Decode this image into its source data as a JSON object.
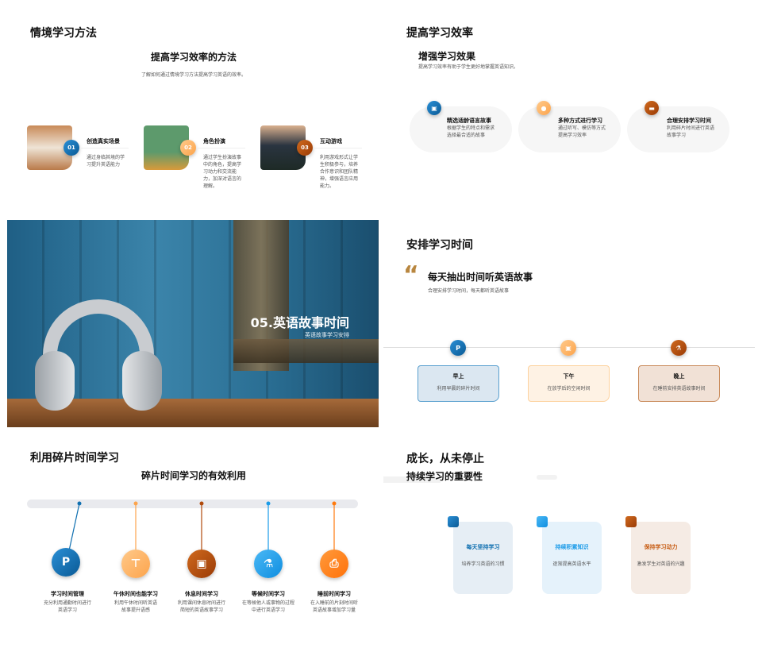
{
  "slide1": {
    "title": "情境学习方法",
    "subtitle": "提高学习效率的方法",
    "desc": "了解如何通过情境学习方法提高学习英语的效率。",
    "items": [
      {
        "num": "01",
        "title": "创造真实场景",
        "text": "通过身临其境的学习提升英语能力"
      },
      {
        "num": "02",
        "title": "角色扮演",
        "text": "通过学生扮演故事中的角色，提高学习动力和交流能力，加深对语言的理解。"
      },
      {
        "num": "03",
        "title": "互动游戏",
        "text": "利用游戏形式让学生积极参与，培养合作意识和团队精神，增强语言应用能力。"
      }
    ]
  },
  "slide2": {
    "title": "提高学习效率",
    "subtitle": "增强学习效果",
    "desc": "提高学习效率有助于学生更好地掌握英语知识。",
    "items": [
      {
        "title": "精选适龄语言故事",
        "text": "根据学生的特点和需求选择最合适的故事",
        "icon": "image-icon"
      },
      {
        "title": "多种方式进行学习",
        "text": "通过听写、模仿等方式提高学习效率",
        "icon": "location-icon"
      },
      {
        "title": "合理安排学习时间",
        "text": "利用碎片时间进行英语故事学习",
        "icon": "sofa-icon"
      }
    ]
  },
  "slide3": {
    "title": "05.英语故事时间",
    "subtitle": "英语故事学习安排"
  },
  "slide4": {
    "title": "安排学习时间",
    "quote": "每天抽出时间听英语故事",
    "desc": "合理安排学习时间，每天都听英语故事",
    "items": [
      {
        "title": "早上",
        "text": "利用早晨的碎片时间"
      },
      {
        "title": "下午",
        "text": "在放学后的空闲时间"
      },
      {
        "title": "晚上",
        "text": "在睡前安排英语故事时间"
      }
    ]
  },
  "slide5": {
    "title": "利用碎片时间学习",
    "subtitle": "碎片时间学习的有效利用",
    "items": [
      {
        "title": "学习时间管理",
        "text": "充分利用通勤时间进行英语学习"
      },
      {
        "title": "午休时间也能学习",
        "text": "利用午休时间听英语故事提升语感"
      },
      {
        "title": "休息时间学习",
        "text": "利用课间休息时间进行简短的英语故事学习"
      },
      {
        "title": "等候时间学习",
        "text": "在等候他人或事物的过程中进行英语学习"
      },
      {
        "title": "睡前时间学习",
        "text": "在入睡前的片刻时间听英语故事增加学习量"
      }
    ]
  },
  "slide6": {
    "title": "成长，从未停止",
    "subtitle": "持续学习的重要性",
    "items": [
      {
        "title": "每天坚持学习",
        "text": "培养学习英语的习惯"
      },
      {
        "title": "持续积累知识",
        "text": "逐渐提高英语水平"
      },
      {
        "title": "保持学习动力",
        "text": "激发学生对英语的兴趣"
      }
    ]
  },
  "colors": {
    "blue": "#0f6fb0",
    "light_orange": "#fca44c",
    "dark_orange": "#b04a0c",
    "bright_blue": "#1a9be8",
    "orange": "#ff7a0d"
  }
}
